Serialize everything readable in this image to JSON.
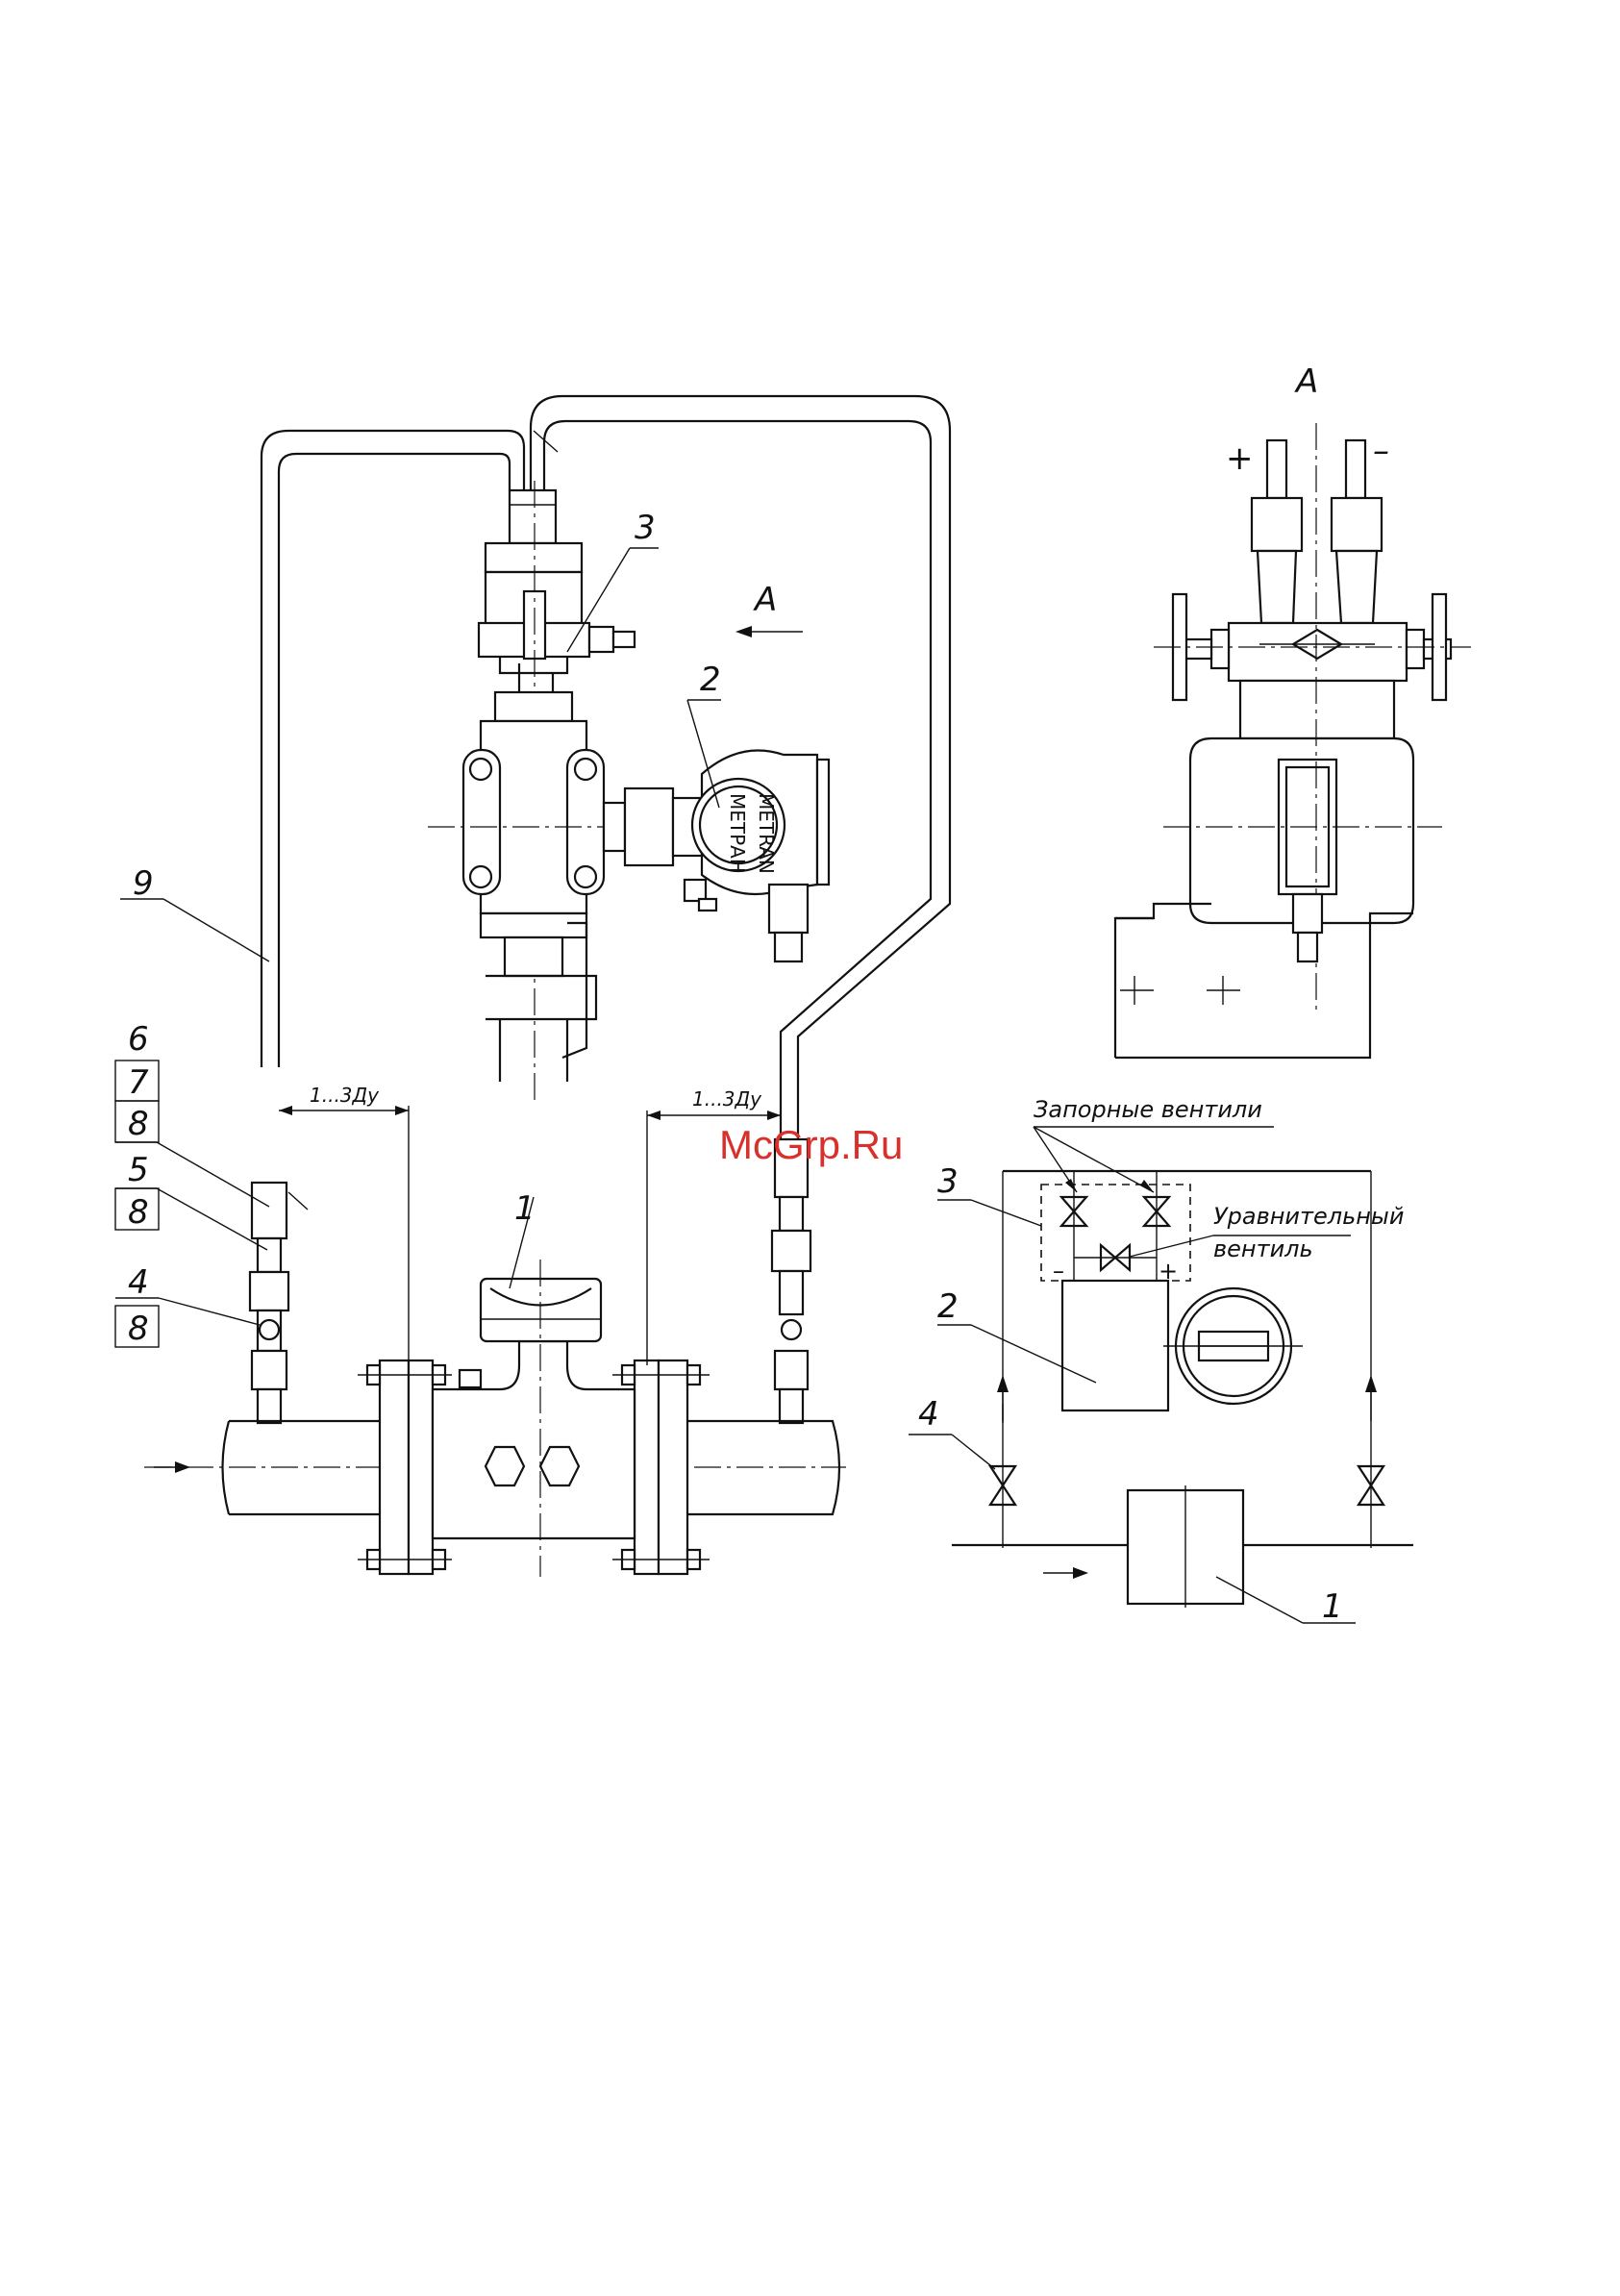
{
  "watermark": "McGrp.Ru",
  "view_label": "А",
  "view_arrow_label": "А",
  "plus_sign": "+",
  "minus_sign": "–",
  "dims": {
    "left": "1...3Ду",
    "right": "1...3Ду"
  },
  "brand": {
    "line1": "METRAN",
    "line2": "МЕТРАН"
  },
  "callouts": {
    "n1": "1",
    "n2": "2",
    "n3": "3",
    "n4": "4",
    "n5": "5",
    "n6": "6",
    "n7": "7",
    "n8a": "8",
    "n8b": "8",
    "n8c": "8",
    "n9": "9"
  },
  "schematic": {
    "shutoff_valves": "Запорные вентили",
    "equalizing_line1": "Уравнительный",
    "equalizing_line2": "вентиль",
    "n1": "1",
    "n2": "2",
    "n3": "3",
    "n4": "4",
    "plus": "+",
    "minus": "–"
  }
}
